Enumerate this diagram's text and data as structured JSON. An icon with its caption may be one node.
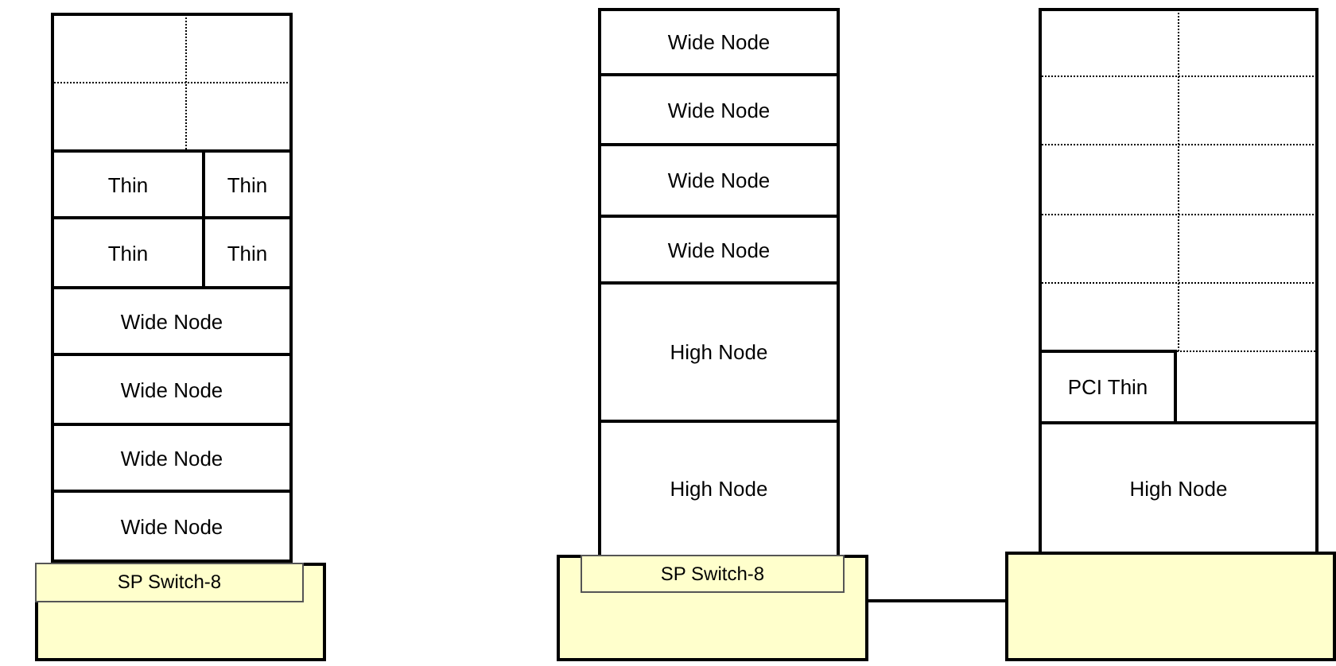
{
  "diagram": {
    "nodes": [
      {
        "text": [],
        "shape": "box"
      },
      {
        "text": [
          "Thin"
        ],
        "in": 0
      },
      {
        "text": [
          "Thin"
        ],
        "in": 0
      },
      {
        "text": [
          "Thin"
        ],
        "in": 0
      },
      {
        "text": [
          "Thin"
        ],
        "in": 0
      },
      {
        "text": [
          "Wide Node"
        ],
        "in": 0
      },
      {
        "text": [
          "Wide Node"
        ],
        "in": 0
      },
      {
        "text": [
          "Wide Node"
        ],
        "in": 0
      },
      {
        "text": [
          "Wide Node"
        ],
        "in": 0
      },
      {
        "text": [],
        "shape": "box"
      },
      {
        "text": [
          "SP Switch-8"
        ],
        "in": 9
      },
      {
        "text": [],
        "shape": "box"
      },
      {
        "text": [
          "Wide Node"
        ],
        "in": 11
      },
      {
        "text": [
          "Wide Node"
        ],
        "in": 11
      },
      {
        "text": [
          "Wide Node"
        ],
        "in": 11
      },
      {
        "text": [
          "Wide Node"
        ],
        "in": 11
      },
      {
        "text": [
          "High Node"
        ],
        "in": 11
      },
      {
        "text": [
          "High Node"
        ],
        "in": 11
      },
      {
        "text": [],
        "shape": "box"
      },
      {
        "text": [
          "SP Switch-8"
        ],
        "in": 18
      },
      {
        "text": [],
        "shape": "box"
      },
      {
        "text": [
          "PCI Thin"
        ],
        "in": 20
      },
      {
        "text": [
          "High Node"
        ],
        "in": 20
      },
      {
        "text": [],
        "shape": "box"
      }
    ],
    "edges": [
      {
        "from": 18,
        "to": 23,
        "arrow": "none"
      }
    ]
  }
}
